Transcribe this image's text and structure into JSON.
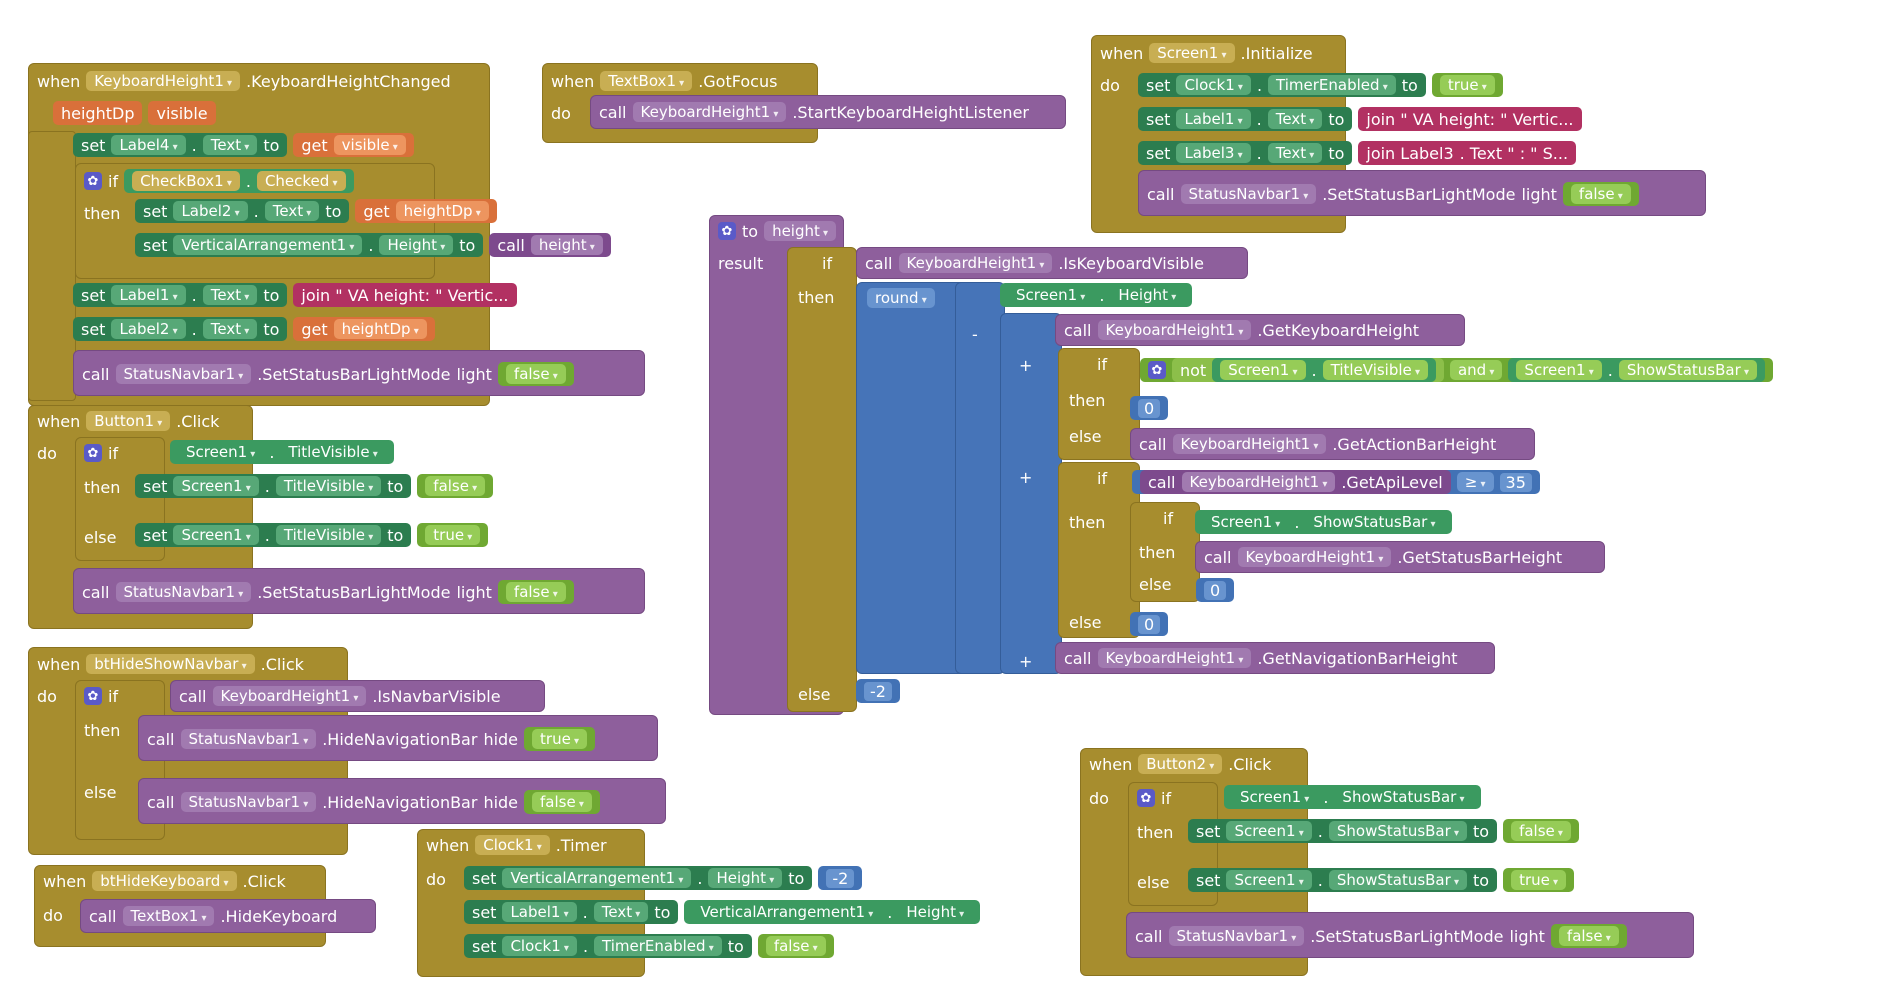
{
  "colors": {
    "event": "#a78d2e",
    "setter": "#2c7d4f",
    "getter": "#3b9a60",
    "logic": "#6fa832",
    "call": "#7d4a8d",
    "math": "#4674b8",
    "text": "#b23162",
    "var": "#d9703a"
  },
  "kw": {
    "when": "when",
    "do": "do",
    "set": "set",
    "to": "to",
    "get": "get",
    "call": "call",
    "if": "if",
    "then": "then",
    "else": "else",
    "result": "result",
    "and": "and",
    "not": "not",
    "round": "round",
    "minus": "-",
    "plus": "+",
    "gte": "≥",
    "light": "light",
    "hide": "hide",
    "join": "join",
    "dot": ".",
    "to_proc": "to",
    "dot_text": ". Text \" : \" S..."
  },
  "b1": {
    "comp": "KeyboardHeight1",
    "event": ".KeyboardHeightChanged",
    "p1": "heightDp",
    "p2": "visible",
    "r1": {
      "comp": "Label4",
      "prop": "Text",
      "var": "visible"
    },
    "if_comp": "CheckBox1",
    "if_prop": "Checked",
    "r2": {
      "comp": "Label2",
      "prop": "Text",
      "var": "heightDp"
    },
    "r3": {
      "comp": "VerticalArrangement1",
      "prop": "Height",
      "fn": "height"
    },
    "r4": {
      "comp": "Label1",
      "prop": "Text",
      "join": "join \" VA height:  \" Vertic..."
    },
    "r5": {
      "comp": "Label2",
      "prop": "Text",
      "var": "heightDp"
    },
    "r6": {
      "comp": "StatusNavbar1",
      "method": ".SetStatusBarLightMode",
      "val": "false"
    }
  },
  "b2": {
    "comp": "TextBox1",
    "event": ".GotFocus",
    "callcomp": "KeyboardHeight1",
    "method": ".StartKeyboardHeightListener"
  },
  "b3": {
    "comp": "Screen1",
    "event": ".Initialize",
    "r1": {
      "comp": "Clock1",
      "prop": "TimerEnabled",
      "val": "true"
    },
    "r2": {
      "comp": "Label1",
      "prop": "Text",
      "join": "join \" VA height:  \" Vertic..."
    },
    "r3": {
      "comp": "Label3",
      "prop": "Text",
      "join": "join  Label3"
    },
    "r4": {
      "comp": "StatusNavbar1",
      "method": ".SetStatusBarLightMode",
      "val": "false"
    }
  },
  "b4": {
    "name": "height",
    "c1": "KeyboardHeight1",
    "m1": ".IsKeyboardVisible",
    "s1": "Screen1",
    "s1p": "Height",
    "c2": "KeyboardHeight1",
    "m2": ".GetKeyboardHeight",
    "s2": "Screen1",
    "s2p": "TitleVisible",
    "s3": "Screen1",
    "s3p": "ShowStatusBar",
    "zero": "0",
    "c3": "KeyboardHeight1",
    "m3": ".GetActionBarHeight",
    "c4": "KeyboardHeight1",
    "m4": ".GetApiLevel",
    "api": "35",
    "s4": "Screen1",
    "s4p": "ShowStatusBar",
    "c5": "KeyboardHeight1",
    "m5": ".GetStatusBarHeight",
    "c6": "KeyboardHeight1",
    "m6": ".GetNavigationBarHeight",
    "neg": "-2"
  },
  "b5": {
    "comp": "Button1",
    "event": ".Click",
    "s": "Screen1",
    "p": "TitleVisible",
    "f": "false",
    "t": "true",
    "call": "StatusNavbar1",
    "method": ".SetStatusBarLightMode",
    "val": "false"
  },
  "b6": {
    "comp": "btHideShowNavbar",
    "event": ".Click",
    "c1": "KeyboardHeight1",
    "m1": ".IsNavbarVisible",
    "c2": "StatusNavbar1",
    "m2": ".HideNavigationBar",
    "t": "true",
    "f": "false"
  },
  "b7": {
    "comp": "btHideKeyboard",
    "event": ".Click",
    "call": "TextBox1",
    "method": ".HideKeyboard"
  },
  "b8": {
    "comp": "Clock1",
    "event": ".Timer",
    "r1": {
      "comp": "VerticalArrangement1",
      "prop": "Height",
      "val": "-2"
    },
    "r2": {
      "comp": "Label1",
      "prop": "Text",
      "src": "VerticalArrangement1",
      "srcp": "Height"
    },
    "r3": {
      "comp": "Clock1",
      "prop": "TimerEnabled",
      "val": "false"
    }
  },
  "b9": {
    "comp": "Button2",
    "event": ".Click",
    "s": "Screen1",
    "p": "ShowStatusBar",
    "f": "false",
    "t": "true",
    "call": "StatusNavbar1",
    "method": ".SetStatusBarLightMode",
    "val": "false"
  }
}
